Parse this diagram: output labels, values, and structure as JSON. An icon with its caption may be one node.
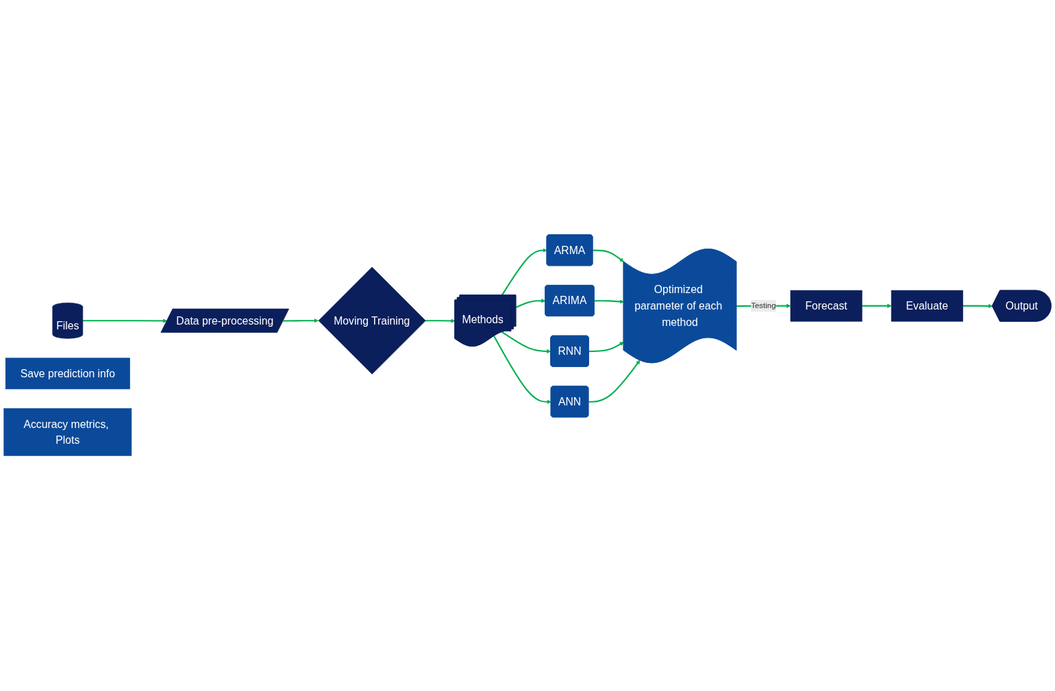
{
  "diagram": {
    "nodes": [
      {
        "text": [
          "Files"
        ]
      },
      {
        "text": [
          "Data pre-processing"
        ]
      },
      {
        "text": [
          "Moving Training"
        ]
      },
      {
        "text": [
          "Optimized parameter of each method"
        ]
      },
      {
        "text": [
          "ARMA"
        ]
      },
      {
        "text": [
          "ARIMA"
        ]
      },
      {
        "text": [
          "RNN"
        ]
      },
      {
        "text": [
          "ANN"
        ]
      },
      {
        "text": [
          "Methods"
        ]
      },
      {
        "text": [
          "Forecast"
        ]
      },
      {
        "text": [
          "Save prediction info"
        ]
      },
      {
        "text": [
          "Evaluate"
        ]
      },
      {
        "text": [
          "Accuracy metrics, Plots"
        ]
      },
      {
        "text": [
          "Output"
        ]
      }
    ],
    "edges": [
      {
        "from": 0,
        "to": 1,
        "arrow": "to"
      },
      {
        "from": 1,
        "to": 2,
        "arrow": "to"
      },
      {
        "from": 2,
        "to": 8,
        "arrow": "to"
      },
      {
        "from": 8,
        "to": 4,
        "arrow": "to"
      },
      {
        "from": 8,
        "to": 5,
        "arrow": "to"
      },
      {
        "from": 8,
        "to": 6,
        "arrow": "to"
      },
      {
        "from": 8,
        "to": 7,
        "arrow": "to"
      },
      {
        "from": 4,
        "to": 3,
        "arrow": "to"
      },
      {
        "from": 5,
        "to": 3,
        "arrow": "to"
      },
      {
        "from": 6,
        "to": 3,
        "arrow": "to"
      },
      {
        "from": 7,
        "to": 3,
        "arrow": "to"
      },
      {
        "from": 3,
        "to": 9,
        "arrow": "to",
        "label": "Testing"
      },
      {
        "from": 9,
        "to": 11,
        "arrow": "to"
      },
      {
        "from": 11,
        "to": 13,
        "arrow": "to"
      }
    ]
  }
}
